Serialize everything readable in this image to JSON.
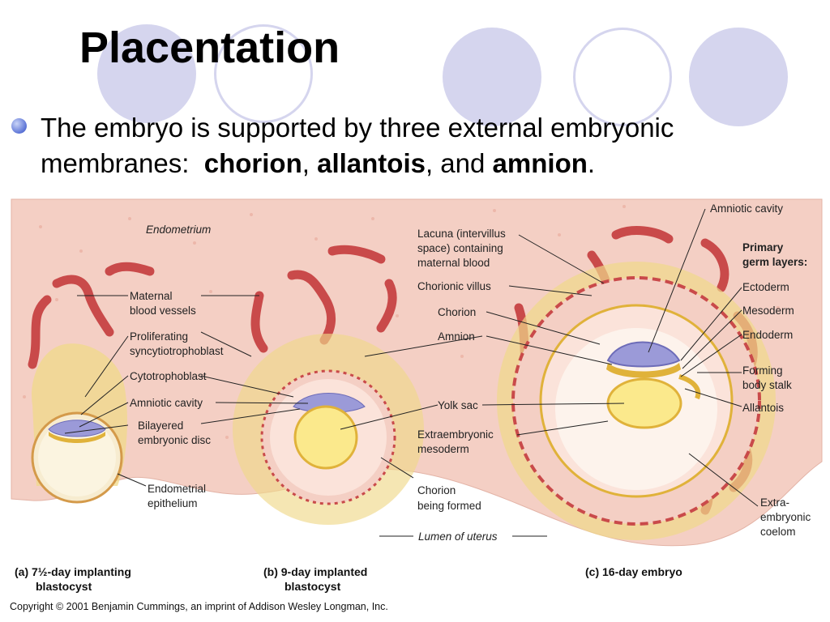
{
  "slide": {
    "title": "Placentation",
    "bullet": {
      "prefix": "The embryo is supported by three external embryonic membranes:",
      "term1": "chorion",
      "sep1": ",",
      "term2": "allantois",
      "sep2": ", and",
      "term3": "amnion",
      "end": "."
    }
  },
  "figure": {
    "region_label": "Endometrium",
    "labels_left": {
      "maternal_blood_vessels_1": "Maternal",
      "maternal_blood_vessels_2": "blood vessels",
      "proliferating_1": "Proliferating",
      "proliferating_2": "syncytiotrophoblast",
      "cytotrophoblast": "Cytotrophoblast",
      "amniotic_cavity": "Amniotic cavity",
      "bilayered_1": "Bilayered",
      "bilayered_2": "embryonic disc",
      "endometrial_1": "Endometrial",
      "endometrial_2": "epithelium"
    },
    "labels_middle": {
      "lacuna_1": "Lacuna (intervillus",
      "lacuna_2": "space) containing",
      "lacuna_3": "maternal blood",
      "chorionic_villus": "Chorionic villus",
      "chorion": "Chorion",
      "amnion": "Amnion",
      "yolk_sac": "Yolk sac",
      "extraembryonic_1": "Extraembryonic",
      "extraembryonic_2": "mesoderm",
      "chorion_forming_1": "Chorion",
      "chorion_forming_2": "being formed",
      "lumen": "Lumen of uterus"
    },
    "labels_right": {
      "amniotic_cavity": "Amniotic cavity",
      "primary_1": "Primary",
      "primary_2": "germ layers:",
      "ectoderm": "Ectoderm",
      "mesoderm": "Mesoderm",
      "endoderm": "Endoderm",
      "forming_1": "Forming",
      "forming_2": "body stalk",
      "allantois": "Allantois",
      "coelom_1": "Extra-",
      "coelom_2": "embryonic",
      "coelom_3": "coelom"
    },
    "captions": {
      "a_1": "(a) 7½-day implanting",
      "a_2": "blastocyst",
      "b_1": "(b) 9-day implanted",
      "b_2": "blastocyst",
      "c": "(c) 16-day embryo"
    },
    "copyright": "Copyright © 2001 Benjamin Cummings, an imprint of Addison Wesley Longman, Inc."
  },
  "colors": {
    "decor": "#d5d5ee",
    "endometrium": "#f4cfc4",
    "vessel": "#c94a4a",
    "trophoblast": "#f0d98a",
    "yolk": "#fbe98c",
    "amnion": "#9b9ad8"
  }
}
